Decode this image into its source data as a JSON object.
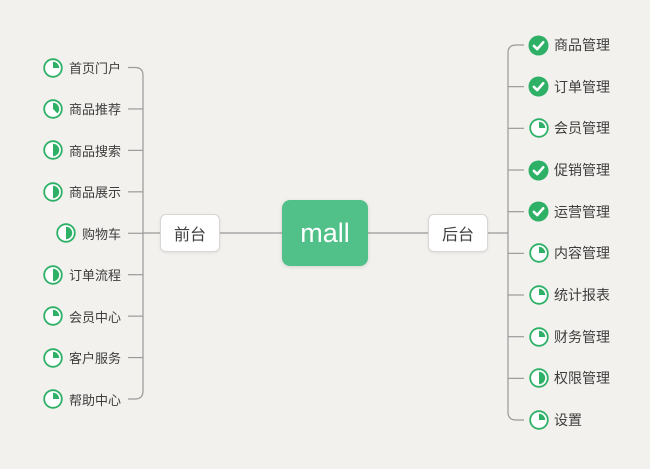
{
  "background": "#f2f1ee",
  "line_color": "#9a9a9a",
  "center": {
    "label": "mall",
    "bg_color": "#52c089",
    "text_color": "#ffffff"
  },
  "left_branch": {
    "label": "前台",
    "items": [
      {
        "label": "首页门户",
        "icon": "progress-pie",
        "progress": 0.25
      },
      {
        "label": "商品推荐",
        "icon": "progress-pie",
        "progress": 0.375
      },
      {
        "label": "商品搜索",
        "icon": "progress-pie",
        "progress": 0.5
      },
      {
        "label": "商品展示",
        "icon": "progress-pie",
        "progress": 0.5
      },
      {
        "label": "购物车",
        "icon": "progress-pie",
        "progress": 0.5
      },
      {
        "label": "订单流程",
        "icon": "progress-pie",
        "progress": 0.5
      },
      {
        "label": "会员中心",
        "icon": "progress-pie",
        "progress": 0.25
      },
      {
        "label": "客户服务",
        "icon": "progress-pie",
        "progress": 0.25
      },
      {
        "label": "帮助中心",
        "icon": "progress-pie",
        "progress": 0.25
      }
    ]
  },
  "right_branch": {
    "label": "后台",
    "items": [
      {
        "label": "商品管理",
        "icon": "check-done"
      },
      {
        "label": "订单管理",
        "icon": "check-done"
      },
      {
        "label": "会员管理",
        "icon": "progress-pie",
        "progress": 0.25
      },
      {
        "label": "促销管理",
        "icon": "check-done"
      },
      {
        "label": "运营管理",
        "icon": "check-done"
      },
      {
        "label": "内容管理",
        "icon": "progress-pie",
        "progress": 0.25
      },
      {
        "label": "统计报表",
        "icon": "progress-pie",
        "progress": 0.25
      },
      {
        "label": "财务管理",
        "icon": "progress-pie",
        "progress": 0.25
      },
      {
        "label": "权限管理",
        "icon": "progress-pie",
        "progress": 0.5
      },
      {
        "label": "设置",
        "icon": "progress-pie",
        "progress": 0.25
      }
    ]
  },
  "icon_colors": {
    "green": "#2eb167",
    "check_mark": "#ffffff",
    "pie_bg": "#ffffff"
  }
}
